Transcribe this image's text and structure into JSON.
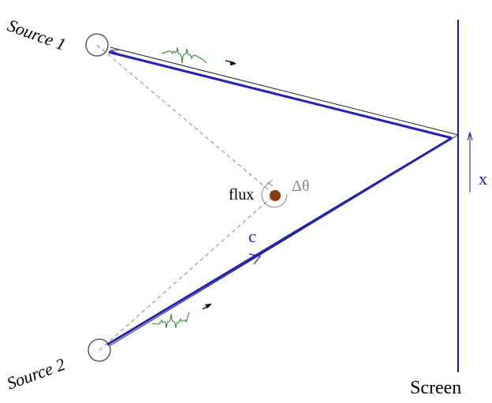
{
  "labels": {
    "source1": "Source 1",
    "source2": "Source 2",
    "flux": "flux",
    "delta_theta": "Δθ",
    "c": "c",
    "x": "x",
    "screen": "Screen"
  },
  "colors": {
    "path": "#1f1fcc",
    "axis": "#1a1aa8",
    "packet": "#2e8b2e",
    "flux_dot": "#8b3a0e",
    "dashed": "#888888",
    "outline": "#333333"
  }
}
